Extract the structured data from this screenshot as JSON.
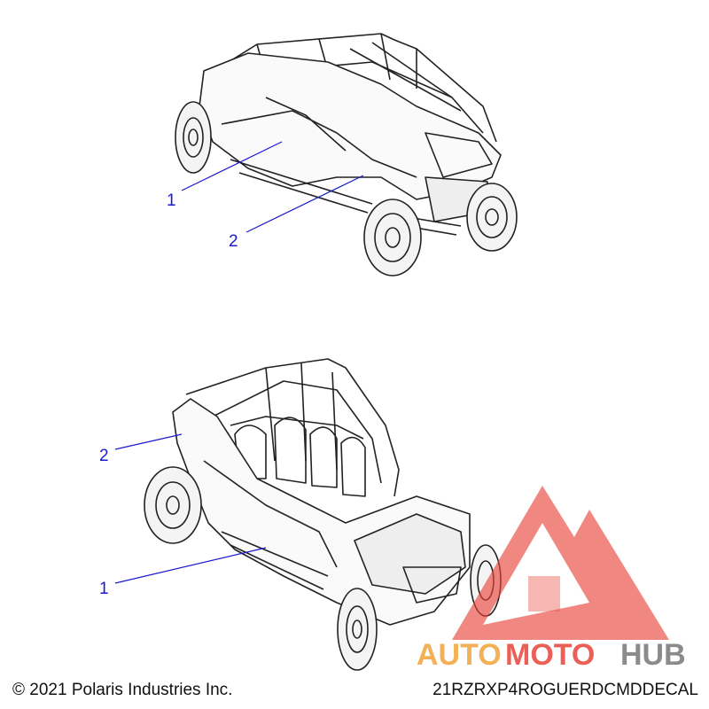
{
  "callouts": {
    "top_1": "1",
    "top_2": "2",
    "bottom_1": "1",
    "bottom_2": "2"
  },
  "watermark": {
    "text_auto": "AUTO",
    "text_moto": "MOTO",
    "text_hub": "HUB",
    "colors": {
      "logo": "#e8443a",
      "auto": "#f2a33a",
      "moto": "#e8443a",
      "hub": "#777777"
    }
  },
  "footer": {
    "copyright": "© 2021 Polaris Industries Inc.",
    "code": "21RZRXP4ROGUERDCMDDECAL"
  },
  "colors": {
    "callout": "#1a1acc",
    "line_art": "#222222"
  }
}
